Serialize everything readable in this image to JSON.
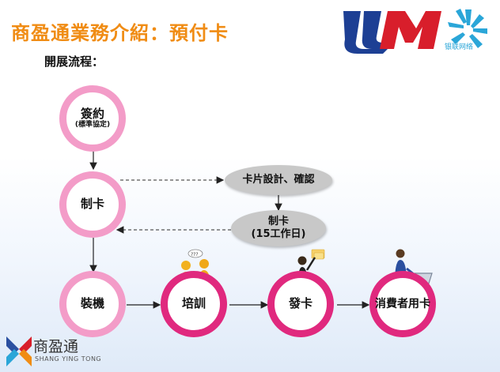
{
  "slide": {
    "title": "商盈通業務介紹：預付卡",
    "subtitle": "開展流程："
  },
  "brand_top": {
    "caption": "银联网络"
  },
  "brand_bottom": {
    "name": "商盈通",
    "pinyin": "SHANG YING TONG"
  },
  "nodes": {
    "sign": {
      "label": "簽約",
      "sub": "(標準協定)"
    },
    "make": {
      "label": "制卡"
    },
    "install": {
      "label": "裝機"
    },
    "train": {
      "label": "培訓"
    },
    "issue": {
      "label": "發卡"
    },
    "consumer": {
      "label": "消費者用卡"
    }
  },
  "side_steps": {
    "design": {
      "label": "卡片設計、確認"
    },
    "production": {
      "label": "制卡",
      "sub": "(15工作日)"
    }
  },
  "colors": {
    "title": "#f08c14",
    "ring_light": "#f39cc8",
    "ring_dark": "#e0297e",
    "ellipse": "#c8c8c8"
  },
  "icons": [
    "people-question-icon",
    "woman-card-icon",
    "shopper-cart-icon"
  ]
}
